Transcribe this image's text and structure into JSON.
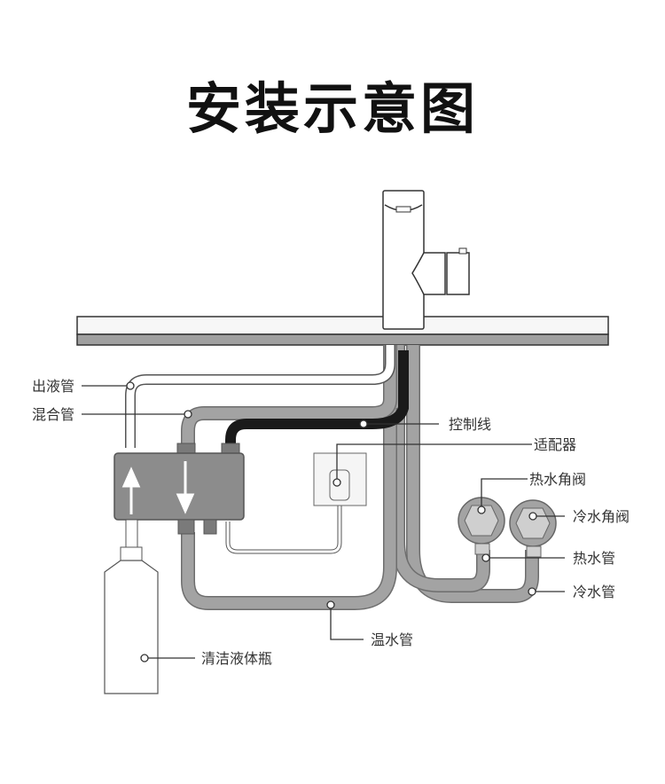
{
  "title": "安装示意图",
  "labels": {
    "outlet_tube": "出液管",
    "mixing_tube": "混合管",
    "control_wire": "控制线",
    "adapter": "适配器",
    "hot_angle_valve": "热水角阀",
    "cold_angle_valve": "冷水角阀",
    "hot_water_pipe": "热水管",
    "cold_water_pipe": "冷水管",
    "warm_water_pipe": "温水管",
    "cleaning_bottle": "清洁液体瓶"
  },
  "colors": {
    "pipe_fill": "#a3a3a3",
    "pipe_edge": "#6e6e6e",
    "control_wire": "#1a1a1a",
    "box_fill": "#8c8c8c",
    "countertop_top": "#f7f7f7",
    "countertop_bottom": "#a0a0a0",
    "line": "#333333"
  }
}
